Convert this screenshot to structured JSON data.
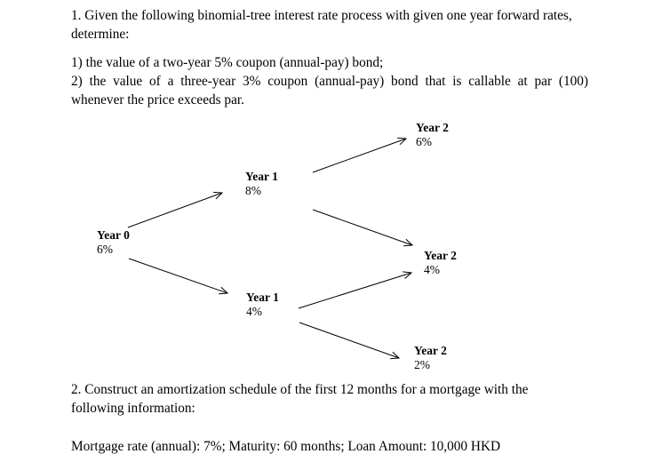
{
  "document": {
    "colors": {
      "text": "#000000",
      "background": "#ffffff"
    },
    "problem1": {
      "line1": "1. Given the following binomial-tree interest rate process with given one year forward rates,",
      "line2": "determine:",
      "item1": "1) the value of a two-year 5% coupon (annual-pay) bond;",
      "item2_line1": "2) the value of a three-year 3% coupon (annual-pay) bond that is callable at par (100)",
      "item2_line2": "whenever the price exceeds par."
    },
    "tree": {
      "nodes": [
        {
          "id": "year0",
          "label": "Year 0",
          "rate": "6%"
        },
        {
          "id": "year1-up",
          "label": "Year 1",
          "rate": "8%"
        },
        {
          "id": "year1-down",
          "label": "Year 1",
          "rate": "4%"
        },
        {
          "id": "year2-up",
          "label": "Year 2",
          "rate": "6%"
        },
        {
          "id": "year2-mid",
          "label": "Year 2",
          "rate": "4%"
        },
        {
          "id": "year2-down",
          "label": "Year 2",
          "rate": "2%"
        }
      ],
      "edges": [
        {
          "from": "year0",
          "to": "year1-up"
        },
        {
          "from": "year0",
          "to": "year1-down"
        },
        {
          "from": "year1-up",
          "to": "year2-up"
        },
        {
          "from": "year1-up",
          "to": "year2-mid"
        },
        {
          "from": "year1-down",
          "to": "year2-mid"
        },
        {
          "from": "year1-down",
          "to": "year2-down"
        }
      ]
    },
    "problem2": {
      "line1": "2. Construct an amortization schedule of the first 12 months for a mortgage with the",
      "line2": "following information:",
      "details": "Mortgage rate (annual): 7%; Maturity: 60 months; Loan Amount: 10,000 HKD"
    }
  }
}
